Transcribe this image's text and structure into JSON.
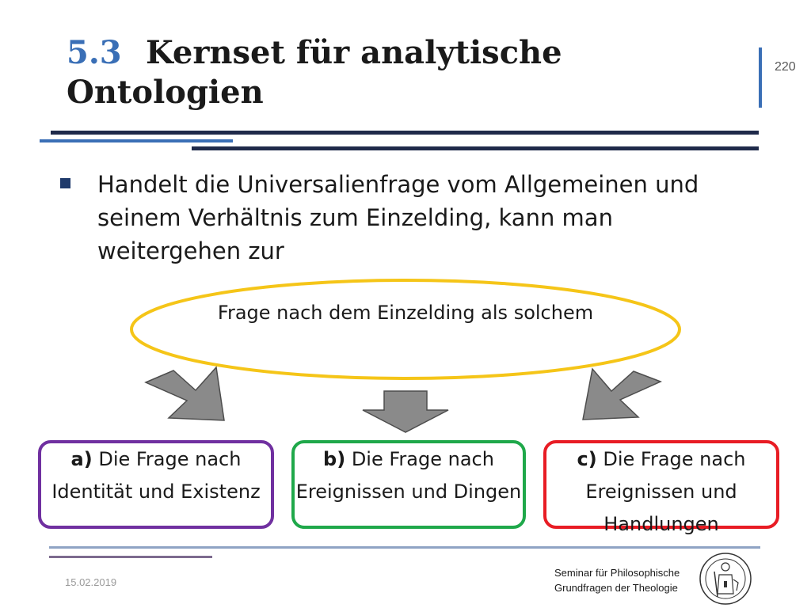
{
  "slide": {
    "title_number": "5.3",
    "title_text": "Kernset für analytische Ontologien",
    "page_number": "220"
  },
  "content": {
    "bullet": "Handelt die Universalienfrage vom Allgemeinen und seinem Verhältnis zum Einzelding, kann man weitergehen zur",
    "ellipse_text": "Frage nach dem Einzelding als solchem",
    "boxes": [
      {
        "prefix": "a)",
        "text": " Die Frage nach Identität und Existenz"
      },
      {
        "prefix": "b)",
        "text": " Die Frage nach Ereignissen und Dingen"
      },
      {
        "prefix": "c)",
        "text": " Die Frage nach Ereignissen und Handlungen"
      }
    ]
  },
  "footer": {
    "date": "15.02.2019",
    "institute_line1": "Seminar für Philosophische",
    "institute_line2": "Grundfragen der Theologie"
  },
  "colors": {
    "title_number": "#3a6fb6",
    "accent_blue": "#3a6fb6",
    "dark_navy": "#1f2a4a",
    "ellipse_stroke": "#f5c518",
    "box_a": "#7030a0",
    "box_b": "#1fa84a",
    "box_c": "#e81c24",
    "arrow_fill": "#8a8a8a"
  }
}
